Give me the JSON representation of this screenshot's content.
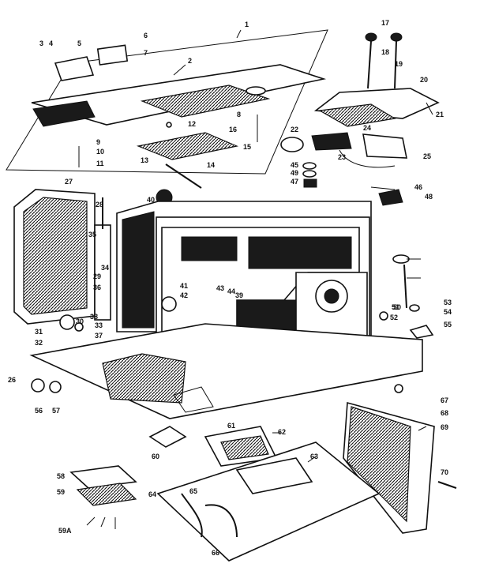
{
  "diagram": {
    "callouts": [
      "1",
      "2",
      "3",
      "4",
      "5",
      "6",
      "7",
      "8",
      "9",
      "10",
      "11",
      "12",
      "13",
      "14",
      "15",
      "16",
      "17",
      "18",
      "19",
      "20",
      "21",
      "22",
      "23",
      "24",
      "25",
      "26",
      "27",
      "28",
      "29",
      "30",
      "31",
      "32",
      "33",
      "34",
      "35",
      "36",
      "37",
      "38",
      "39",
      "40",
      "41",
      "42",
      "43",
      "44",
      "45",
      "46",
      "47",
      "48",
      "49",
      "50",
      "51",
      "52",
      "53",
      "54",
      "55",
      "56",
      "57",
      "58",
      "59",
      "59A",
      "60",
      "61",
      "62",
      "63",
      "64",
      "65",
      "66",
      "67",
      "68",
      "69",
      "70"
    ]
  },
  "colors": {
    "ink": "#111111",
    "paper": "#ffffff"
  }
}
